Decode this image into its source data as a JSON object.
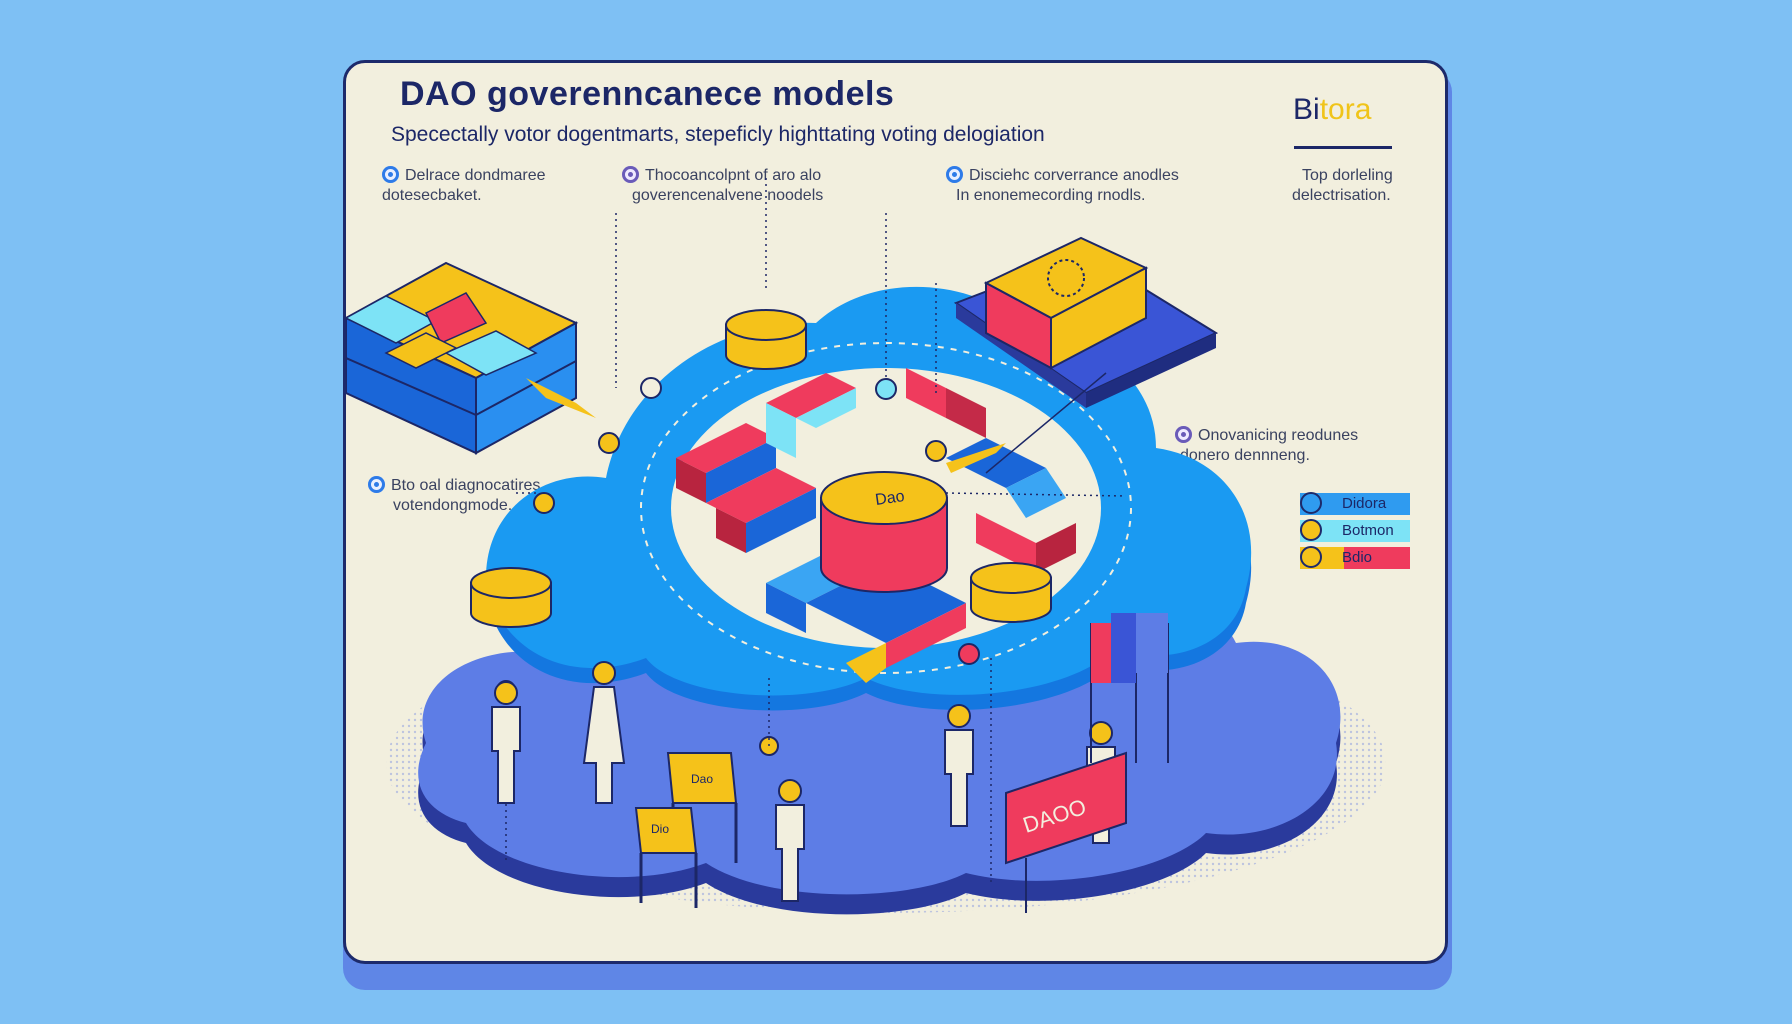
{
  "header": {
    "title": "DAO goverenncanece models",
    "subtitle": "Specectally votor dogentmarts, stepeficly highttating voting delogiation",
    "brand_part1": "Bi",
    "brand_part2": "tora"
  },
  "notes": [
    {
      "line1": "Delrace dondmaree",
      "line2": "dotesecbaket."
    },
    {
      "line1": "Thocoancolpnt of aro alo",
      "line2": "goverencenalvene noodels"
    },
    {
      "line1": "Disciehc corverrance anodles",
      "line2": "In enonemecording rnodls."
    },
    {
      "line1": "Top dorleling",
      "line2": "delectrisation."
    },
    {
      "line1": "Onovanicing reodunes",
      "line2": "donero dennneng."
    },
    {
      "line1": "Bto oal diagnocatires",
      "line2": "votendongmode."
    }
  ],
  "labels": {
    "center_cylinder": "Dao",
    "chair_back": "Dao",
    "chair_seat": "Dio",
    "sign": "DAOO"
  },
  "legend": [
    {
      "label": "Didora",
      "color": "#2f9bf0"
    },
    {
      "label": "Botmon",
      "color": "#7de3f6"
    },
    {
      "label": "Bdio",
      "color": "#ef3b5d"
    }
  ],
  "colors": {
    "blue": "#1a9af2",
    "dark_blue": "#5b7ae6",
    "yellow": "#f5c21a",
    "red": "#ef3b5d",
    "cyan": "#7de3f6",
    "navy": "#1c2767"
  }
}
